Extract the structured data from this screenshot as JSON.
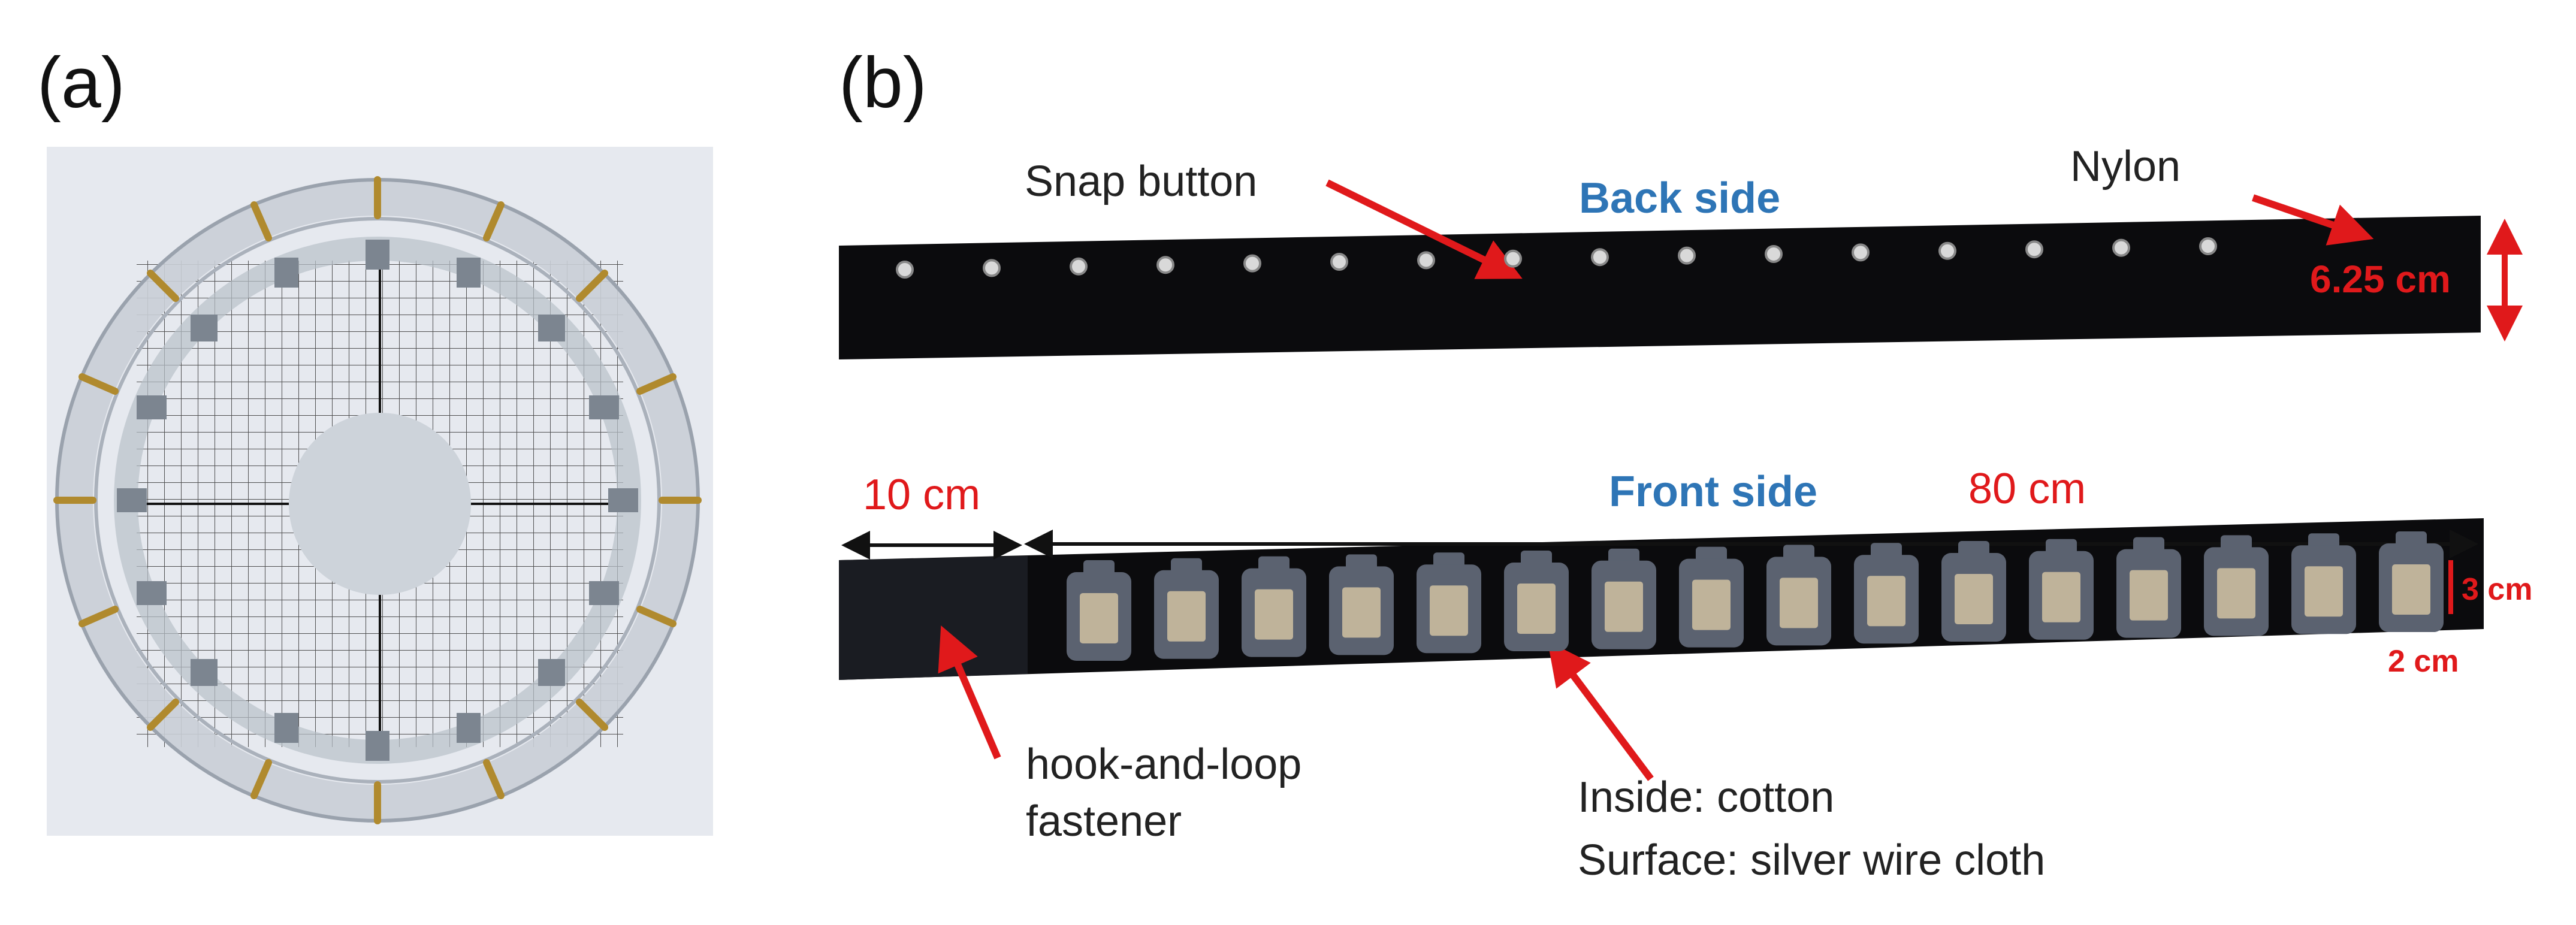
{
  "panel_a": {
    "label": "(a)"
  },
  "panel_b": {
    "label": "(b)",
    "back": {
      "title": "Back side",
      "snap_label": "Snap button",
      "nylon_label": "Nylon",
      "width_label": "6.25 cm",
      "snap_count": 16
    },
    "front": {
      "title": "Front side",
      "len_short": "10 cm",
      "len_long": "80 cm",
      "pad_height": "3 cm",
      "pad_width": "2 cm",
      "fastener_label_1": "hook-and-loop",
      "fastener_label_2": "fastener",
      "material_line_1": "Inside: cotton",
      "material_line_2": "Surface: silver wire cloth",
      "pad_count": 16
    }
  },
  "colors": {
    "annotation_red": "#e0191b",
    "title_blue": "#2e75b6",
    "strap_black": "#0b0b0d",
    "pad_grey": "#5b6270",
    "pad_tan": "#bfb39a"
  }
}
